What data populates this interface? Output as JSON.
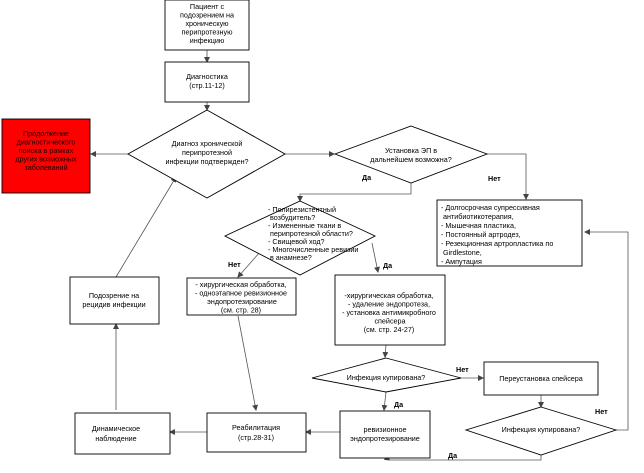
{
  "nodes": {
    "start": [
      "Пациент с",
      "подозрением на",
      "хроническую",
      "перипротезную",
      "инфекцию"
    ],
    "diagnostics": [
      "Диагностика",
      "(стр.11-12)"
    ],
    "continue_search": [
      "Продолжение",
      "диагностического",
      "поиска в рамках",
      "других возможных",
      "заболеваний"
    ],
    "d_confirmed": [
      "Диагноз хронической",
      "перипротезной",
      "инфекции подтвержден?"
    ],
    "d_reimplant": [
      "Установка ЭП в",
      "дальнейшем возможна?"
    ],
    "d_risk": [
      "- Полирезистентный",
      "  возбудитель?",
      "- Измененные ткани в",
      "  перипротезной области?",
      "- Свищевой ход?",
      "- Многочисленные ревизии",
      "  в анамнезе?"
    ],
    "salvage": [
      "- Долгосрочная супрессивная",
      "  антибиотикотерапия,",
      "- Мышечная пластика,",
      "- Постоянный артродез,",
      "- Резекционная артропластика по",
      "  Girdlestone,",
      "- Ампутация"
    ],
    "one_stage": [
      "- хирургическая обработка,",
      "- одноэтапное ревизионное",
      "  эндопротезирование",
      "(см. стр. 28)"
    ],
    "two_stage": [
      "-хирургическая обработка,",
      "- удаление эндопротеза,",
      "- установка антимикробного",
      "  спейсера",
      "(см. стр. 24-27)"
    ],
    "suspect_recurrence": [
      "Подозрение на",
      "рецидив инфекции"
    ],
    "d_cured1": [
      "Инфекция купирована?"
    ],
    "spacer_reinstall": [
      "Переустановка спейсера"
    ],
    "d_cured2": [
      "Инфекция купирована?"
    ],
    "follow_up": [
      "Динамическое",
      "наблюдение"
    ],
    "rehab": [
      "Реабилитация",
      "(стр.28-31)"
    ],
    "revision": [
      "ревизионное",
      "эндопротезирование"
    ]
  },
  "edge_labels": {
    "yes": "Да",
    "no": "Нет"
  },
  "colors": {
    "red_box": "#ff0000",
    "line": "#000000",
    "arrow_gray": "#555555"
  }
}
